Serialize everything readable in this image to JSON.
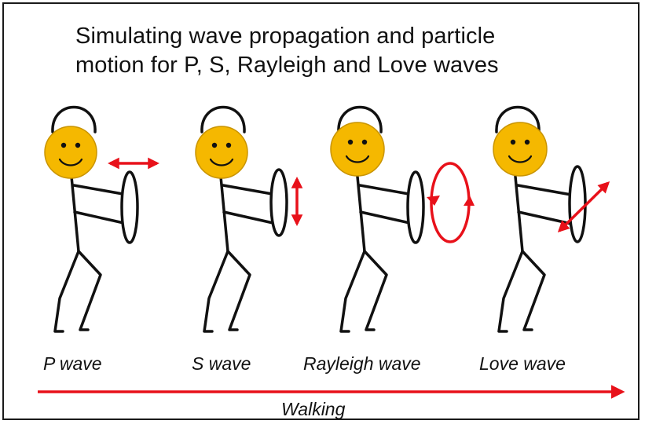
{
  "title": {
    "line1": "Simulating wave propagation and particle",
    "line2": "motion for P, S, Rayleigh and Love waves"
  },
  "figures": [
    {
      "label": "P wave",
      "motion": "horizontal-double-arrow"
    },
    {
      "label": "S wave",
      "motion": "vertical-double-arrow"
    },
    {
      "label": "Rayleigh wave",
      "motion": "elliptical-loop"
    },
    {
      "label": "Love wave",
      "motion": "diagonal-double-arrow"
    }
  ],
  "walking": {
    "label": "Walking"
  },
  "colors": {
    "arrow": "#e8111a",
    "face": "#f5b800",
    "face_edge": "#c99400",
    "ink": "#111111",
    "frame": "#1a1a1a"
  }
}
